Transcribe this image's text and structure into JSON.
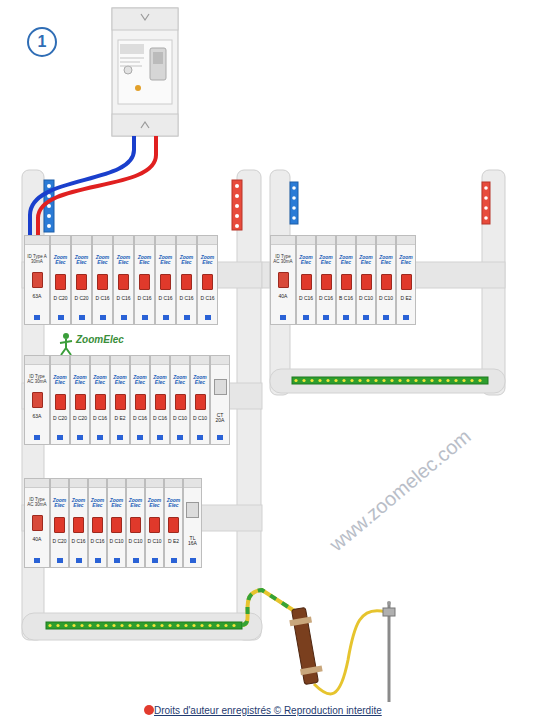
{
  "diagram": {
    "nodes": [
      {
        "text": [
          "ID Type A 30mA",
          "63A"
        ]
      },
      {
        "text": [
          "Zoom Elec",
          "D C20"
        ]
      },
      {
        "text": [
          "Zoom Elec",
          "D C20"
        ]
      },
      {
        "text": [
          "Zoom Elec",
          "D C16"
        ]
      },
      {
        "text": [
          "Zoom Elec",
          "D C16"
        ]
      },
      {
        "text": [
          "Zoom Elec",
          "D C16"
        ]
      },
      {
        "text": [
          "Zoom Elec",
          "D C16"
        ]
      },
      {
        "text": [
          "Zoom Elec",
          "D C16"
        ]
      },
      {
        "text": [
          "Zoom Elec",
          "D C16"
        ]
      },
      {
        "text": [
          "ID Type AC 30mA",
          "40A"
        ]
      },
      {
        "text": [
          "Zoom Elec",
          "D C16"
        ]
      },
      {
        "text": [
          "Zoom Elec",
          "D C16"
        ]
      },
      {
        "text": [
          "Zoom Elec",
          "B C16"
        ]
      },
      {
        "text": [
          "Zoom Elec",
          "D C10"
        ]
      },
      {
        "text": [
          "Zoom Elec",
          "D C10"
        ]
      },
      {
        "text": [
          "Zoom Elec",
          "D E2"
        ]
      },
      {
        "text": [
          "ID Type AC 30mA",
          "63A"
        ]
      },
      {
        "text": [
          "Zoom Elec",
          "D C20"
        ]
      },
      {
        "text": [
          "Zoom Elec",
          "D C20"
        ]
      },
      {
        "text": [
          "Zoom Elec",
          "D C16"
        ]
      },
      {
        "text": [
          "Zoom Elec",
          "D E2"
        ]
      },
      {
        "text": [
          "Zoom Elec",
          "D C16"
        ]
      },
      {
        "text": [
          "Zoom Elec",
          "D C16"
        ]
      },
      {
        "text": [
          "Zoom Elec",
          "D C10"
        ]
      },
      {
        "text": [
          "Zoom Elec",
          "D C10"
        ]
      },
      {
        "text": [
          "CT 20A"
        ]
      },
      {
        "text": [
          "ID Type AC 30mA",
          "40A"
        ]
      },
      {
        "text": [
          "Zoom Elec",
          "D C20"
        ]
      },
      {
        "text": [
          "Zoom Elec",
          "D C16"
        ]
      },
      {
        "text": [
          "Zoom Elec",
          "D C16"
        ]
      },
      {
        "text": [
          "Zoom Elec",
          "D C10"
        ]
      },
      {
        "text": [
          "Zoom Elec",
          "D C10"
        ]
      },
      {
        "text": [
          "Zoom Elec",
          "D C10"
        ]
      },
      {
        "text": [
          "Zoom Elec",
          "D E2"
        ]
      },
      {
        "text": [
          "TL 16A"
        ]
      }
    ],
    "labels": [
      "1",
      "ZoomElec",
      "www.zoomelec.com",
      "Droits d'auteur enregistrés © Reproduction interdite"
    ]
  }
}
